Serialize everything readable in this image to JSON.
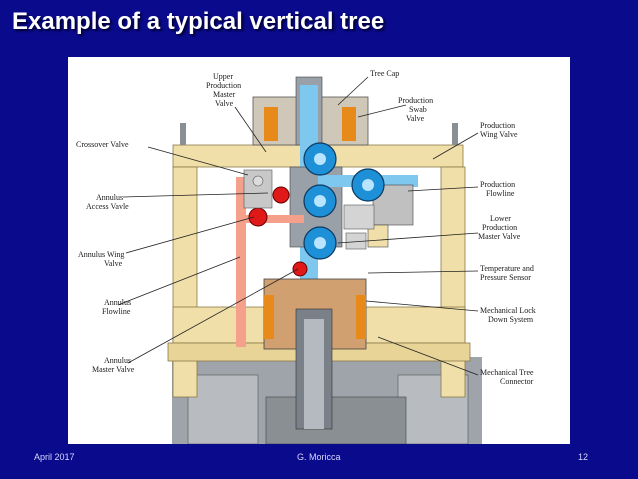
{
  "slide": {
    "title": "Example of a typical vertical tree"
  },
  "diagram": {
    "labels": [
      {
        "key": "upper_production_master_valve",
        "lines": [
          "Upper",
          "Production",
          "Master",
          "Valve"
        ]
      },
      {
        "key": "tree_cap",
        "lines": [
          "Tree Cap"
        ]
      },
      {
        "key": "production_swab_valve",
        "lines": [
          "Production",
          "Swab",
          "Valve"
        ]
      },
      {
        "key": "crossover_valve",
        "lines": [
          "Crossover Valve"
        ]
      },
      {
        "key": "production_wing_valve",
        "lines": [
          "Production",
          "Wing Valve"
        ]
      },
      {
        "key": "annulus_access_valve",
        "lines": [
          "Annulus",
          "Access Vavle"
        ]
      },
      {
        "key": "production_flowline",
        "lines": [
          "Production",
          "Flowline"
        ]
      },
      {
        "key": "lower_production_master_valve",
        "lines": [
          "Lower",
          "Production",
          "Master Valve"
        ]
      },
      {
        "key": "annulus_wing_valve",
        "lines": [
          "Annulus Wing",
          "Valve"
        ]
      },
      {
        "key": "temperature_pressure_sensor",
        "lines": [
          "Temperature and",
          "Pressure Sensor"
        ]
      },
      {
        "key": "annulus_flowline",
        "lines": [
          "Annulus",
          "Flowline"
        ]
      },
      {
        "key": "mechanical_lock_down_system",
        "lines": [
          "Mechanical Lock",
          "Down System"
        ]
      },
      {
        "key": "annulus_master_valve",
        "lines": [
          "Annulus",
          "Master Valve"
        ]
      },
      {
        "key": "mechanical_tree_connector",
        "lines": [
          "Mechanical Tree",
          "Connector"
        ]
      }
    ],
    "colors": {
      "frame": "#f0dfa8",
      "production_bore": "#7ec8f0",
      "production_valve": "#1e90d8",
      "annulus_valve": "#e01818",
      "annulus_line": "#f4a08a",
      "body_grey": "#c8c8c8",
      "orange": "#e88a1a"
    }
  },
  "footer": {
    "date": "April 2017",
    "author": "G. Moricca",
    "page": "12"
  }
}
